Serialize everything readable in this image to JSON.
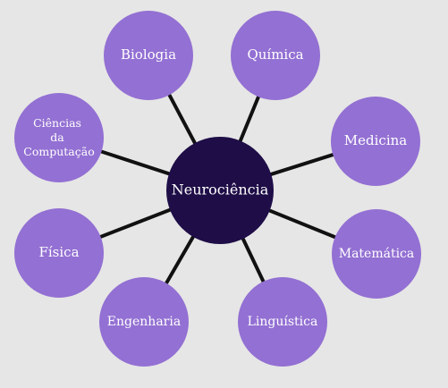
{
  "diagram": {
    "center": {
      "label": "Neurociência"
    },
    "nodes": {
      "biologia": {
        "label": "Biologia"
      },
      "quimica": {
        "label": "Química"
      },
      "ciencias_computacao": {
        "lines": [
          "Ciências",
          "da",
          "Computação"
        ]
      },
      "medicina": {
        "label": "Medicina"
      },
      "fisica": {
        "label": "Física"
      },
      "matematica": {
        "label": "Matemática"
      },
      "engenharia": {
        "label": "Engenharia"
      },
      "linguistica": {
        "label": "Linguística"
      }
    }
  },
  "colors": {
    "background": "#e6e6e6",
    "outer_node": "#9370d3",
    "center_node": "#1e0d47",
    "edge": "#111111",
    "label_text": "#ffffff"
  }
}
